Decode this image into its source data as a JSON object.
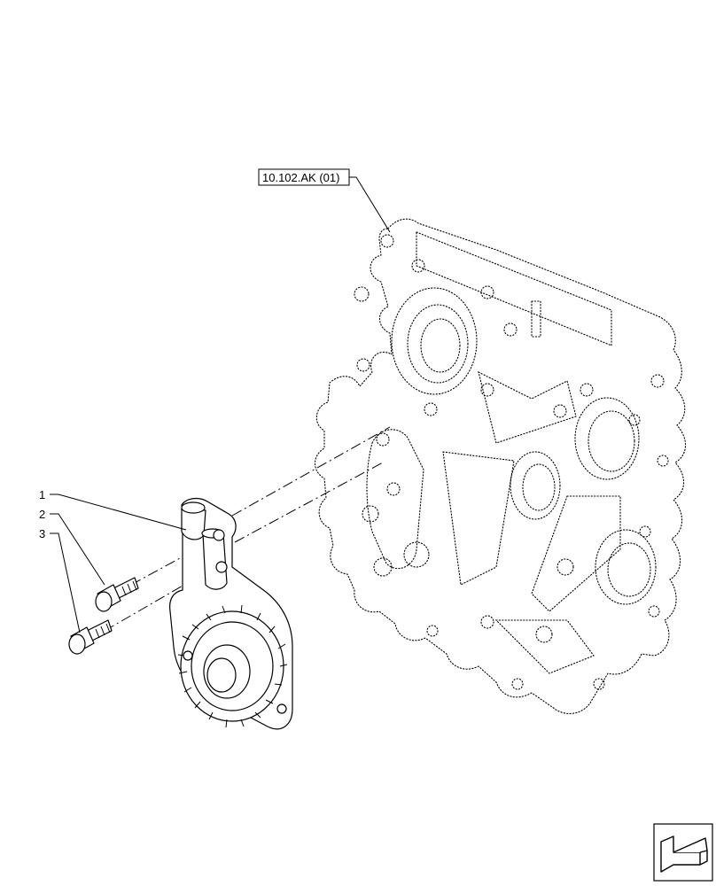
{
  "callouts": [
    {
      "label": "1"
    },
    {
      "label": "2"
    },
    {
      "label": "3"
    }
  ],
  "reference": {
    "code": "10.102.AK (01)"
  },
  "nav_icon": {
    "name": "previous-page-arrow-icon"
  }
}
